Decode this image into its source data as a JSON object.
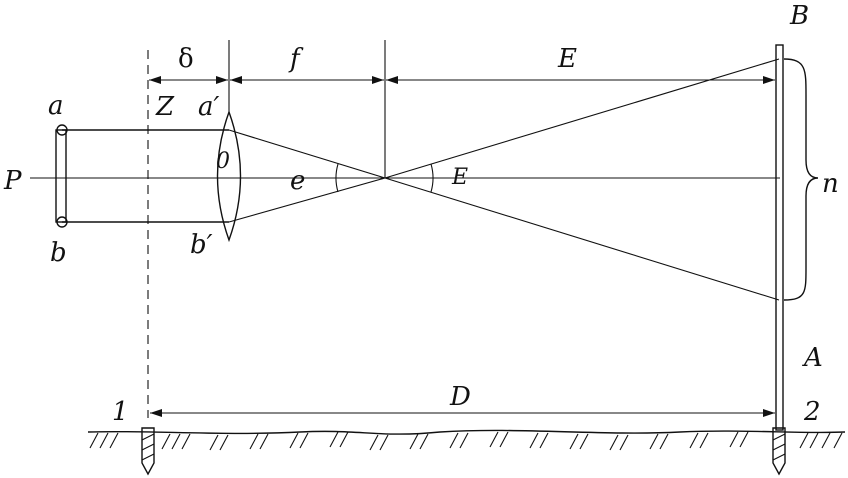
{
  "labels": {
    "a": "a",
    "b": "b",
    "a_prime": "a′",
    "b_prime": "b′",
    "Z": "Z",
    "P": "P",
    "O": "0",
    "e": "e",
    "E_angle": "E",
    "delta": "δ",
    "f": "f",
    "E_dim": "E",
    "B": "B",
    "A": "A",
    "n": "n",
    "D": "D",
    "one": "1",
    "two": "2"
  },
  "colors": {
    "ink": "#111111",
    "background": "#ffffff"
  }
}
